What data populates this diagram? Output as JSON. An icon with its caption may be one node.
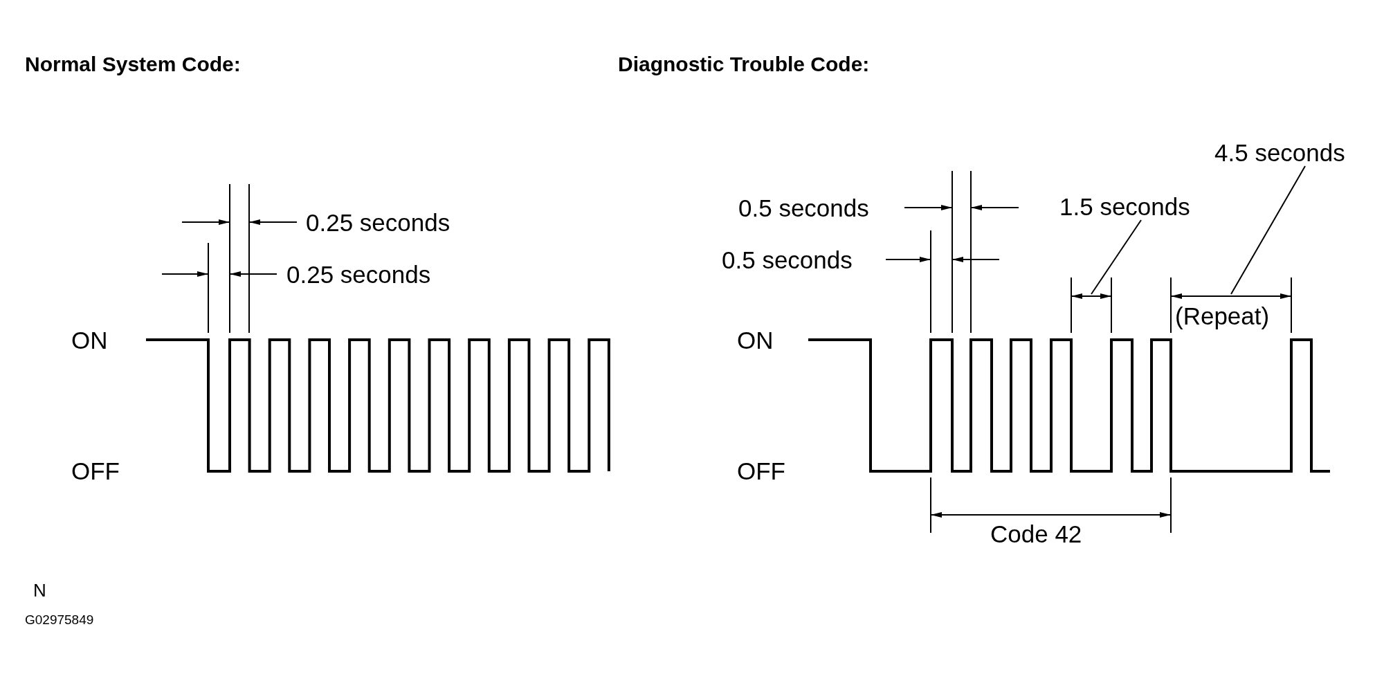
{
  "diagram": {
    "nodes": [
      {
        "text": [
          "4.5 seconds"
        ]
      },
      {
        "text": [
          "1.5 seconds"
        ]
      },
      {
        "text": [],
        "shape": "arrow"
      },
      {
        "text": [],
        "shape": "arrow"
      }
    ],
    "edges": [
      {
        "from": 0,
        "to": 3,
        "arrow": "none"
      },
      {
        "from": 1,
        "to": 2,
        "arrow": "none"
      }
    ],
    "labels": [
      "Normal System Code:",
      "Diagnostic Trouble Code:",
      "0.25 seconds",
      "0.5 seconds",
      "0.25 seconds",
      "0.5 seconds",
      "(Repeat)",
      "ON",
      "ON",
      "OFF",
      "OFF",
      "Code 42",
      "N",
      "G02975849"
    ]
  }
}
